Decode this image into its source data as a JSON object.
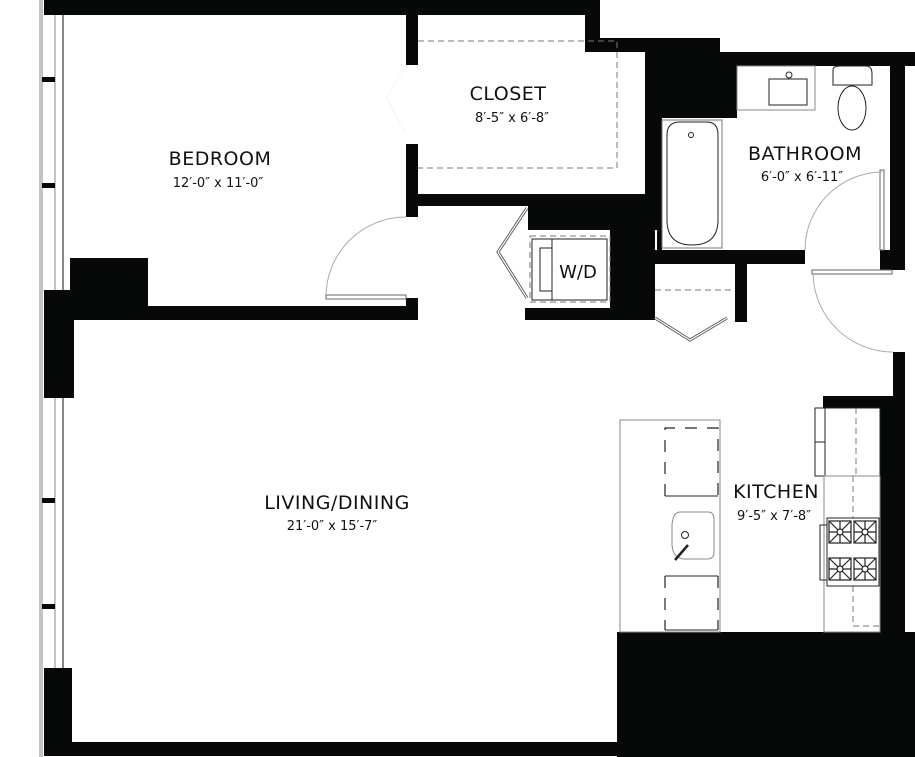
{
  "floorplan": {
    "rooms": [
      {
        "id": "bedroom",
        "name": "BEDROOM",
        "dimensions": "12′-0″ x 11′-0″"
      },
      {
        "id": "closet",
        "name": "CLOSET",
        "dimensions": "8′-5″ x 6′-8″"
      },
      {
        "id": "bathroom",
        "name": "BATHROOM",
        "dimensions": "6′-0″ x 6′-11″"
      },
      {
        "id": "living-dining",
        "name": "LIVING/DINING",
        "dimensions": "21′-0″ x 15′-7″"
      },
      {
        "id": "kitchen",
        "name": "KITCHEN",
        "dimensions": "9′-5″ x 7′-8″"
      }
    ],
    "fixtures": {
      "washer_dryer_label": "W/D"
    },
    "colors": {
      "wall": "#070909",
      "background": "#ffffff",
      "text": "#111111"
    }
  }
}
